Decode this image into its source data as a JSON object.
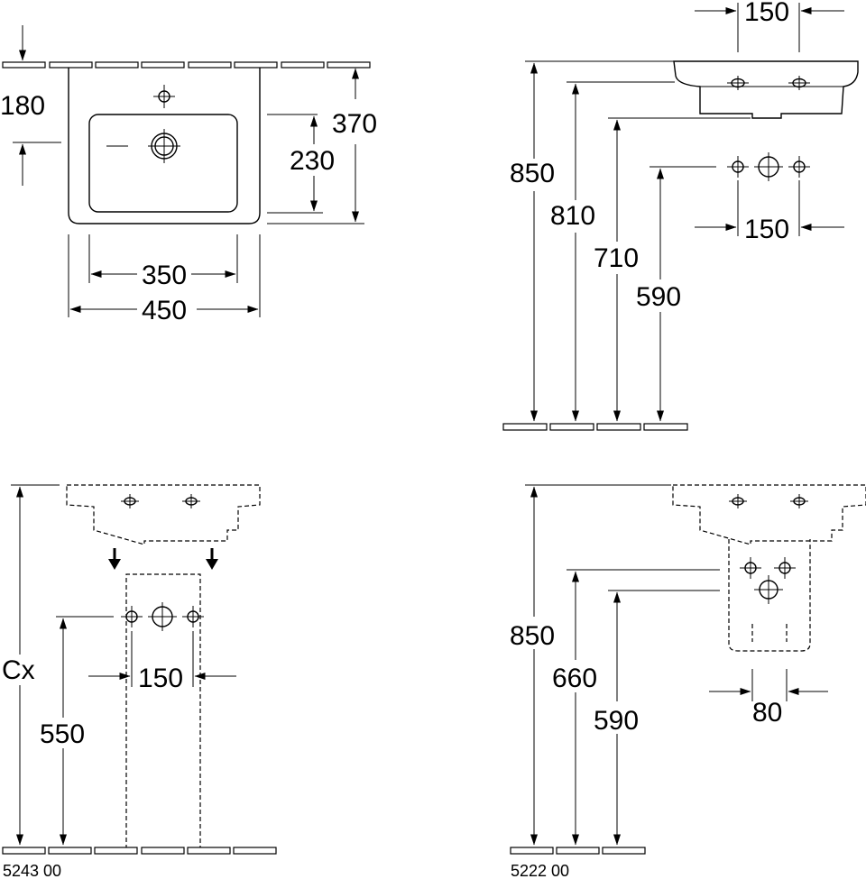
{
  "top_view": {
    "d180": "180",
    "d370": "370",
    "d230": "230",
    "d350": "350",
    "d450": "450"
  },
  "side_view": {
    "d150_top": "150",
    "d850": "850",
    "d810": "810",
    "d710": "710",
    "d590": "590",
    "d150_mid": "150"
  },
  "pedestal_view": {
    "cx": "Cx",
    "d150": "150",
    "d550": "550",
    "code": "5243 00"
  },
  "semi_pedestal_view": {
    "d850": "850",
    "d660": "660",
    "d590": "590",
    "d80": "80",
    "code": "5222 00"
  }
}
